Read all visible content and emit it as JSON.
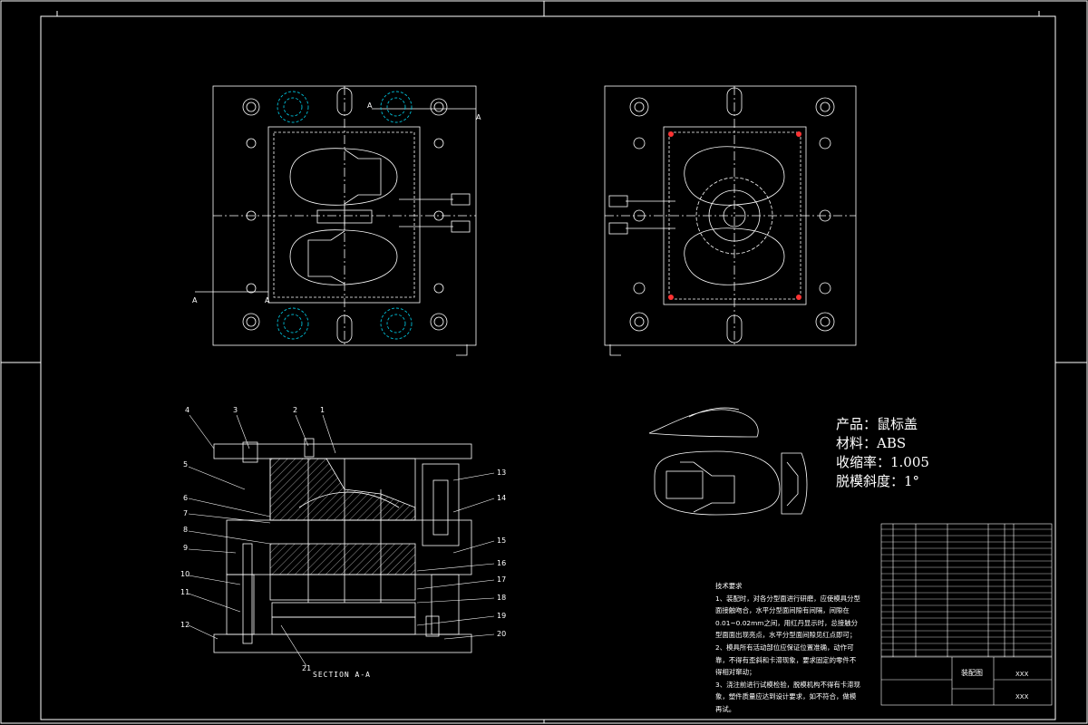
{
  "drawing": {
    "section_label": "SECTION A-A",
    "section_marks": [
      "A",
      "A",
      "A",
      "A"
    ],
    "part_numbers": [
      "1",
      "2",
      "3",
      "4",
      "5",
      "6",
      "7",
      "8",
      "9",
      "10",
      "11",
      "12",
      "13",
      "14",
      "15",
      "16",
      "17",
      "18",
      "19",
      "20",
      "21"
    ]
  },
  "product_spec": {
    "product": "产品：鼠标盖",
    "material": "材料：ABS",
    "shrinkage": "收缩率：1.005",
    "draft": "脱模斜度：1°"
  },
  "tech_notes": {
    "title": "技术要求",
    "items": [
      "1、装配时，对各分型面进行研磨，应使模具分型面接触吻合，水平分型面间隙有间隔，间隙在0.01~0.02mm之间，用红丹显示时，总接触分型面面出现亮点，水平分型面间隙见红点即可；",
      "2、模具所有活动部位应保证位置准确，动作可靠，不得有歪斜和卡滞现象，要求固定的零件不得相对窜动；",
      "3、浇注前进行试模检验，脱模机构不得有卡滞现象，塑件质量应达到设计要求，如不符合，做模再试。"
    ]
  },
  "title_block": {
    "drawing_name": "装配图",
    "code_a": "XXX",
    "code_b": "XXX"
  },
  "colors": {
    "background": "#000000",
    "line": "#ffffff",
    "accent_cyan": "#00bcd4",
    "accent_red": "#ff3333"
  }
}
